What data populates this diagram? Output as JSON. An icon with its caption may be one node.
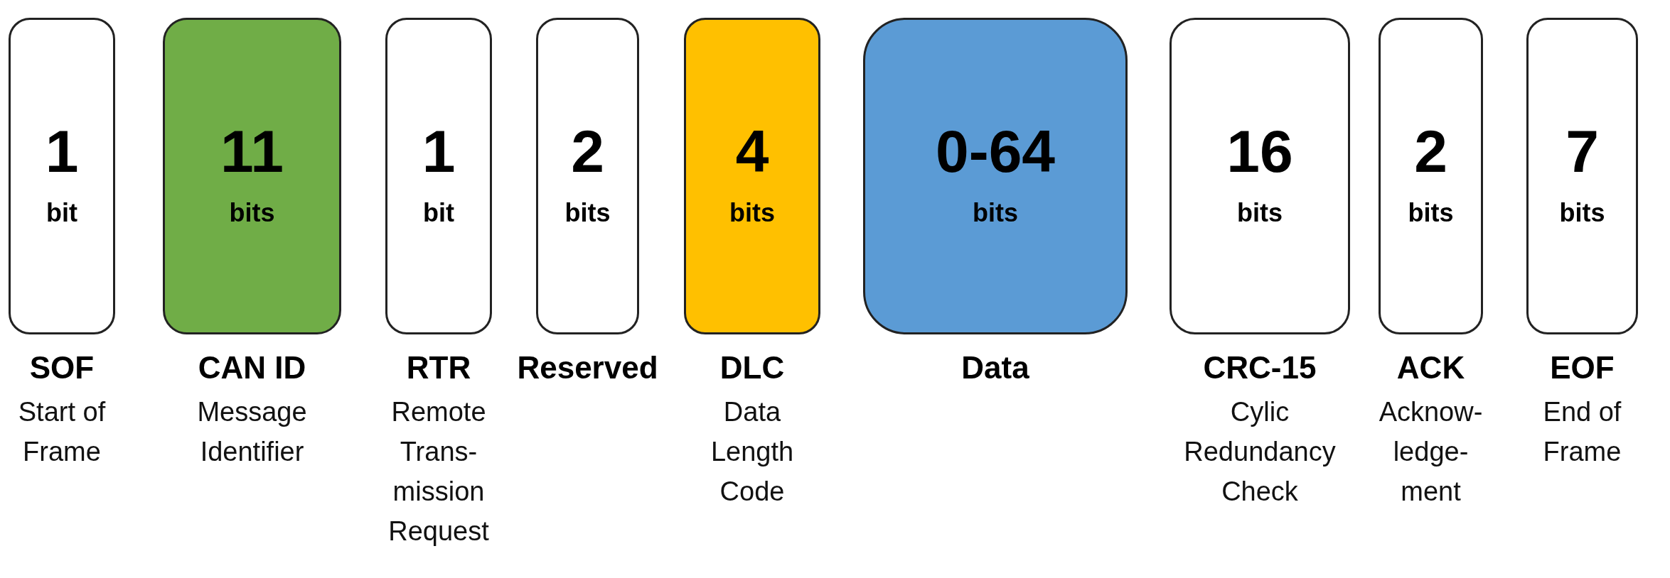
{
  "diagram": {
    "nodes": [
      {
        "text": [
          "1",
          "bit"
        ],
        "beside": [
          "SOF",
          "Start of Frame"
        ]
      },
      {
        "text": [
          "11",
          "bits"
        ],
        "beside": [
          "CAN ID",
          "Message Identifier"
        ]
      },
      {
        "text": [
          "1",
          "bit"
        ],
        "beside": [
          "RTR",
          "Remote Trans- mission Request"
        ]
      },
      {
        "text": [
          "2",
          "bits"
        ],
        "beside": [
          "Reserved"
        ]
      },
      {
        "text": [
          "4",
          "bits"
        ],
        "beside": [
          "DLC",
          "Data Length Code"
        ]
      },
      {
        "text": [
          "0-64",
          "bits"
        ],
        "beside": [
          "Data"
        ]
      },
      {
        "text": [
          "16",
          "bits"
        ],
        "beside": [
          "CRC-15",
          "Cylic Redundancy Check"
        ]
      },
      {
        "text": [
          "2",
          "bits"
        ],
        "beside": [
          "ACK",
          "Acknow- ledge- ment"
        ]
      },
      {
        "text": [
          "7",
          "bits"
        ],
        "beside": [
          "EOF",
          "End of Frame"
        ]
      }
    ]
  }
}
